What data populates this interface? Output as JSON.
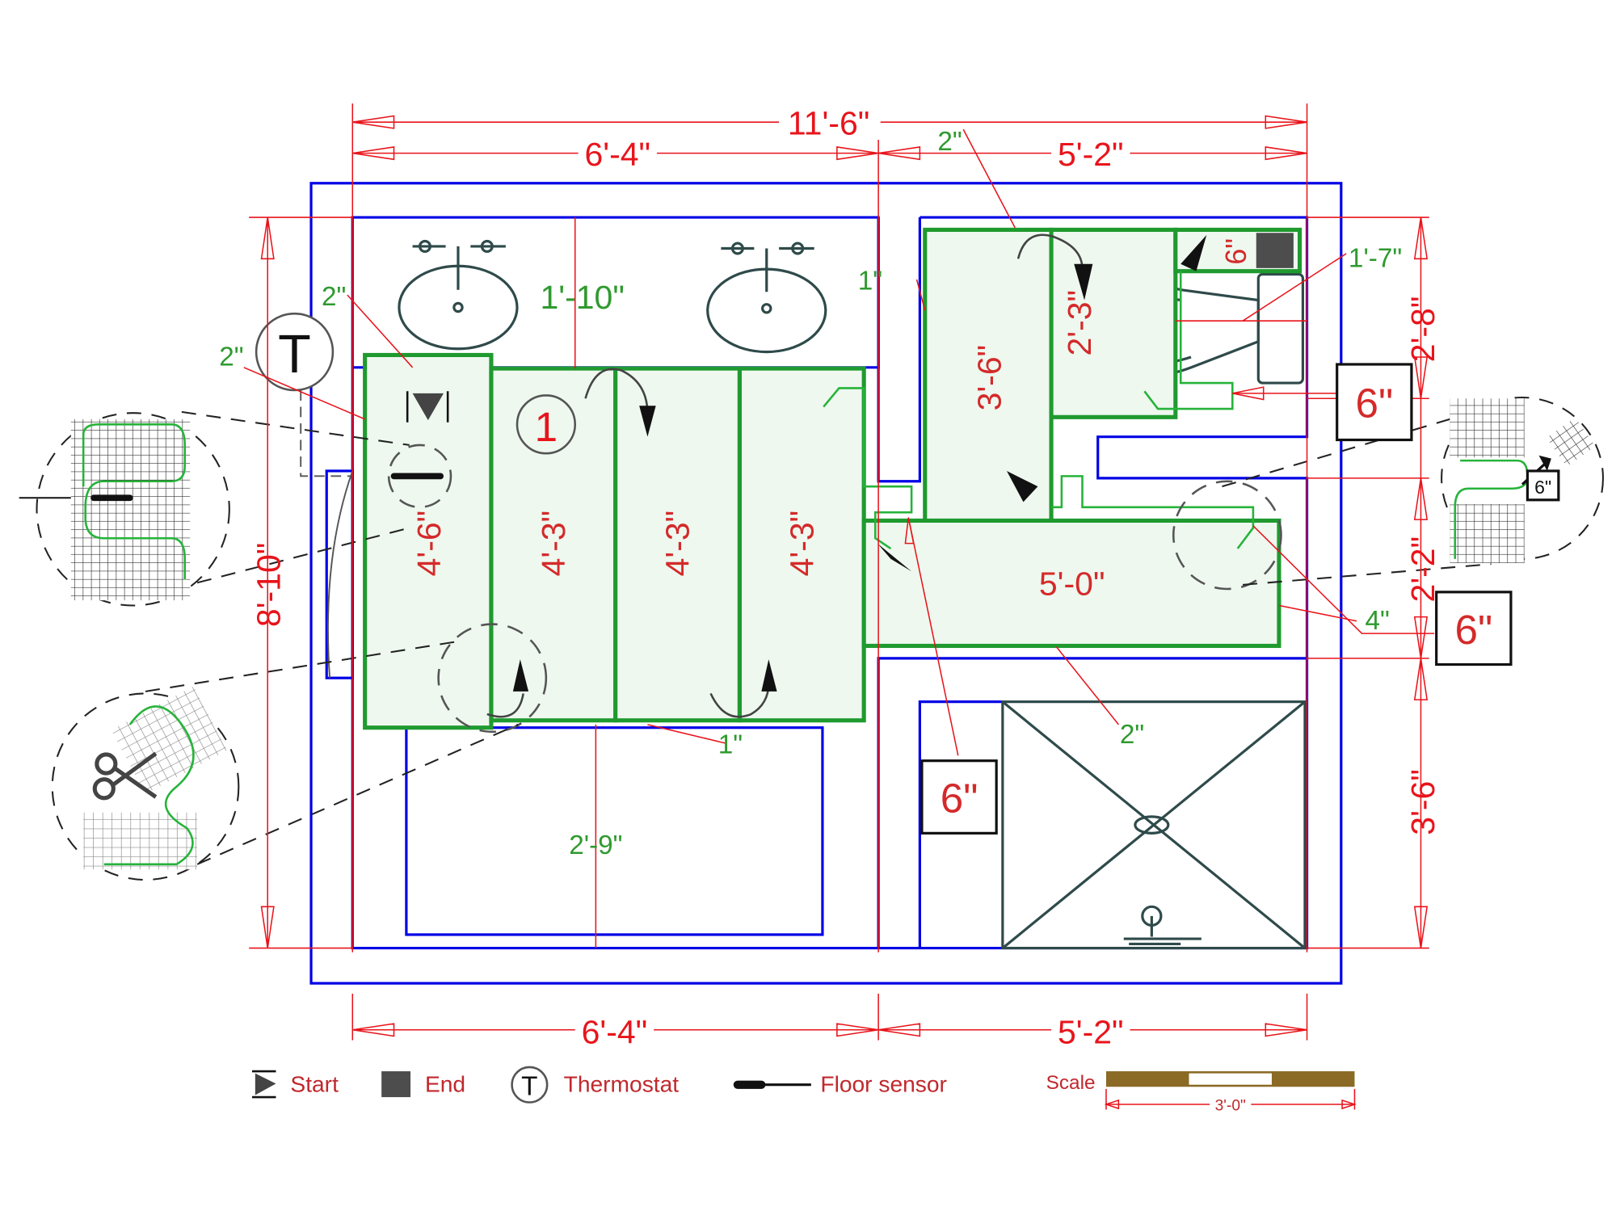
{
  "colors": {
    "wall": "#0000e6",
    "mat": "#1f9a2f",
    "cable": "#26b33a",
    "dimension": "#e8141b",
    "end": "#4d4d4d",
    "scale": "#8a6a25"
  },
  "dimensions": {
    "overall_width": "11'-6\"",
    "top_left": "6'-4\"",
    "top_right": "5'-2\"",
    "bottom_left": "6'-4\"",
    "bottom_right": "5'-2\"",
    "overall_height": "8'-10\"",
    "right_upper": "2'-8\"",
    "right_middle": "2'-2\"",
    "right_lower": "3'-6\"",
    "vanity_clearance": "1'-10\"",
    "toilet_clearance": "1'-7\"",
    "bench_clearance": "2'-9\"",
    "gap_top": "2\"",
    "gap_left_1": "2\"",
    "gap_left_2": "2\"",
    "gap_partition": "1\"",
    "gap_bottom": "1\"",
    "gap_shower": "2\"",
    "gap_right": "4\"",
    "callout_box_1": "6\"",
    "callout_box_2": "6\"",
    "callout_box_3": "6\""
  },
  "mats": {
    "mat_a": "4'-6\"",
    "mat_b": "4'-3\"",
    "mat_c": "4'-3\"",
    "mat_d": "4'-3\"",
    "mat_e": "5'-0\"",
    "mat_f": "3'-6\"",
    "mat_g": "2'-3\"",
    "mat_h": "6\""
  },
  "markers": {
    "zone_number": "1",
    "thermostat_symbol": "T",
    "detail_cut": "6\""
  },
  "legend": {
    "start": "Start",
    "end": "End",
    "thermostat": "Thermostat",
    "thermostat_symbol": "T",
    "floor_sensor": "Floor sensor",
    "scale": "Scale",
    "scale_length": "3'-0\""
  }
}
